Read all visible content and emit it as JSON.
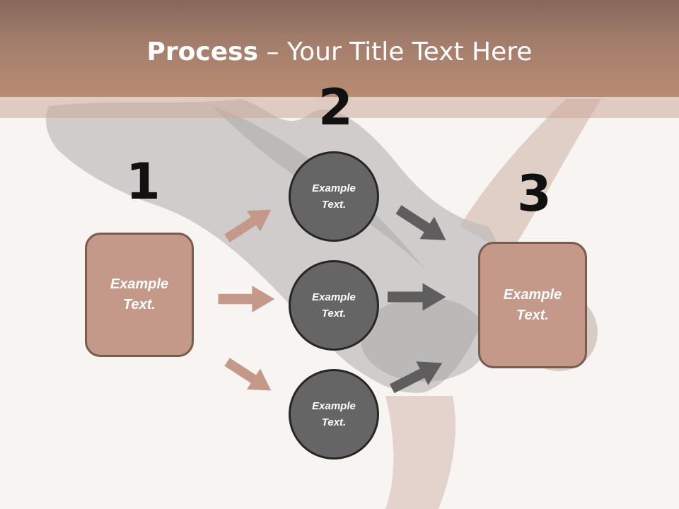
{
  "slide": {
    "title_bold": "Process",
    "title_rest": " – Your Title Text Here"
  },
  "steps": {
    "step1": {
      "number": "1",
      "text": "Example\nText."
    },
    "step2": {
      "number": "2",
      "items": [
        "Example\nText.",
        "Example\nText.",
        "Example\nText."
      ]
    },
    "step3": {
      "number": "3",
      "text": "Example\nText."
    }
  },
  "colors": {
    "header": "#a47e6c",
    "box_fill": "#c4998a",
    "box_border": "#7a5b50",
    "circle_fill": "#656565",
    "circle_border": "#262626",
    "arrow_left": "#c4998a",
    "arrow_right": "#5e5e5e"
  },
  "icons": {
    "left_arrows": "arrow-icon",
    "right_arrows": "arrow-icon"
  }
}
